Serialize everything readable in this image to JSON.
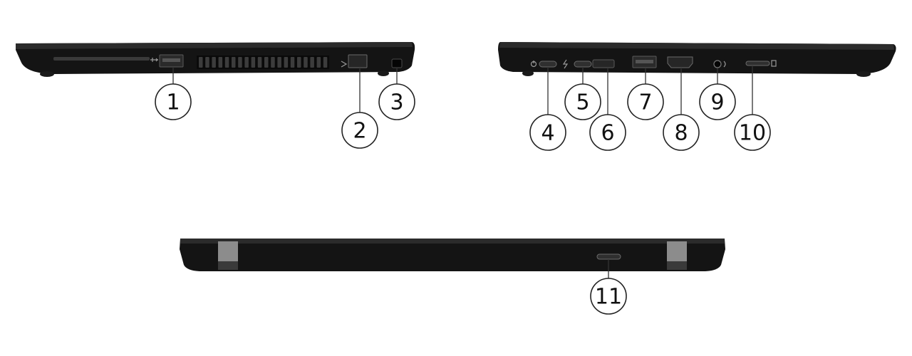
{
  "views": [
    {
      "id": "left-side-view",
      "callouts": [
        "1",
        "2",
        "3"
      ]
    },
    {
      "id": "right-side-view",
      "callouts": [
        "4",
        "5",
        "6",
        "7",
        "8",
        "9",
        "10"
      ]
    },
    {
      "id": "rear-view",
      "callouts": [
        "11"
      ]
    }
  ],
  "icons": [
    "usb-symbol-icon",
    "ethernet-symbol-icon",
    "power-symbol-icon",
    "thunderbolt-symbol-icon",
    "audio-symbol-icon",
    "card-symbol-icon"
  ],
  "colors": {
    "chassis": "#141414",
    "chassis_edge": "#2b2b2b",
    "callout_stroke": "#222222",
    "leader": "#333333",
    "hinge": "#8c8c8c"
  }
}
